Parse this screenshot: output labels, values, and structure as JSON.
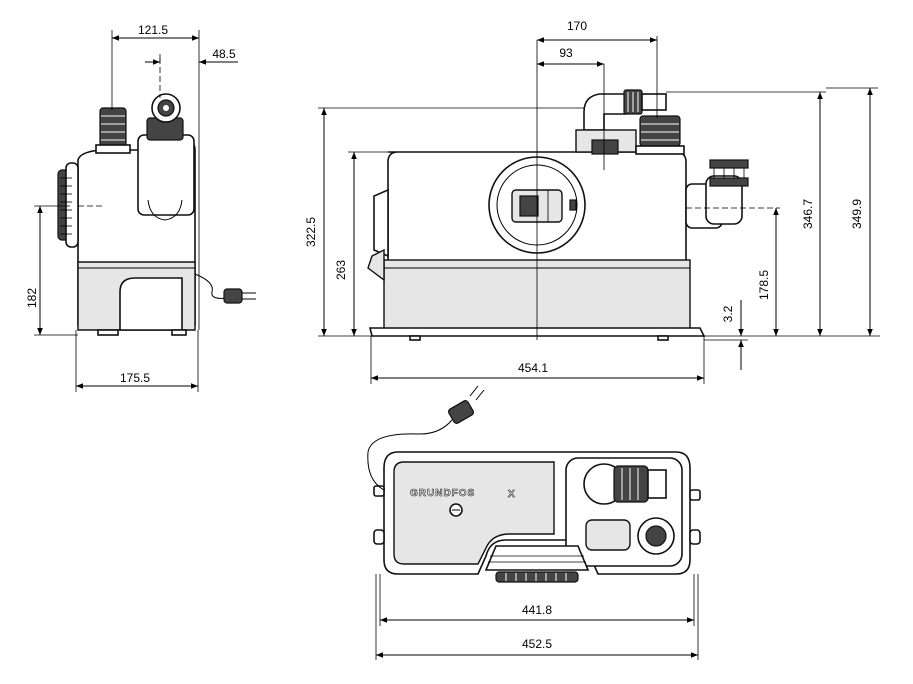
{
  "dimensions": {
    "side_top_width": "121.5",
    "side_top_offset": "48.5",
    "side_height": "182",
    "side_base_width": "175.5",
    "front_top_outer": "170",
    "front_top_inner": "93",
    "front_height_left": "322.5",
    "front_height_inner": "263",
    "front_height_outlet": "346.7",
    "front_height_total": "349.9",
    "front_inlet_height": "178.5",
    "front_foot": "3.2",
    "front_width": "454.1",
    "top_width_inner": "441.8",
    "top_width_outer": "452.5"
  },
  "logo": {
    "brand": "GRUNDFOS",
    "mark": "X"
  }
}
